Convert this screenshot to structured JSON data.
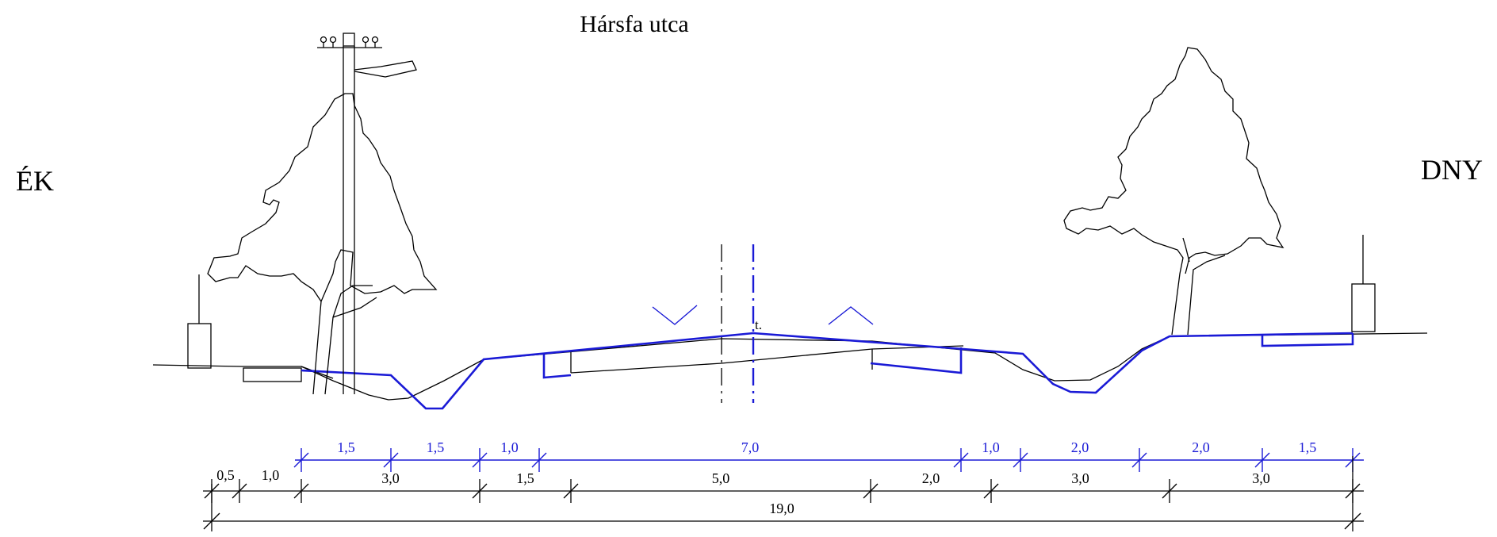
{
  "title": "Hársfa  utca",
  "left_direction": "ÉK",
  "right_direction": "DNY",
  "axis_marker": "t.",
  "dims_blue": [
    "1,5",
    "1,5",
    "1,0",
    "7,0",
    "1,0",
    "2,0",
    "2,0",
    "1,5"
  ],
  "dims_existing": [
    "0,5",
    "1,0",
    "3,0",
    "1,5",
    "5,0",
    "2,0",
    "3,0",
    "3,0"
  ],
  "dim_total": "19,0",
  "colors": {
    "design": "#1a1ad6",
    "existing": "#000000"
  }
}
